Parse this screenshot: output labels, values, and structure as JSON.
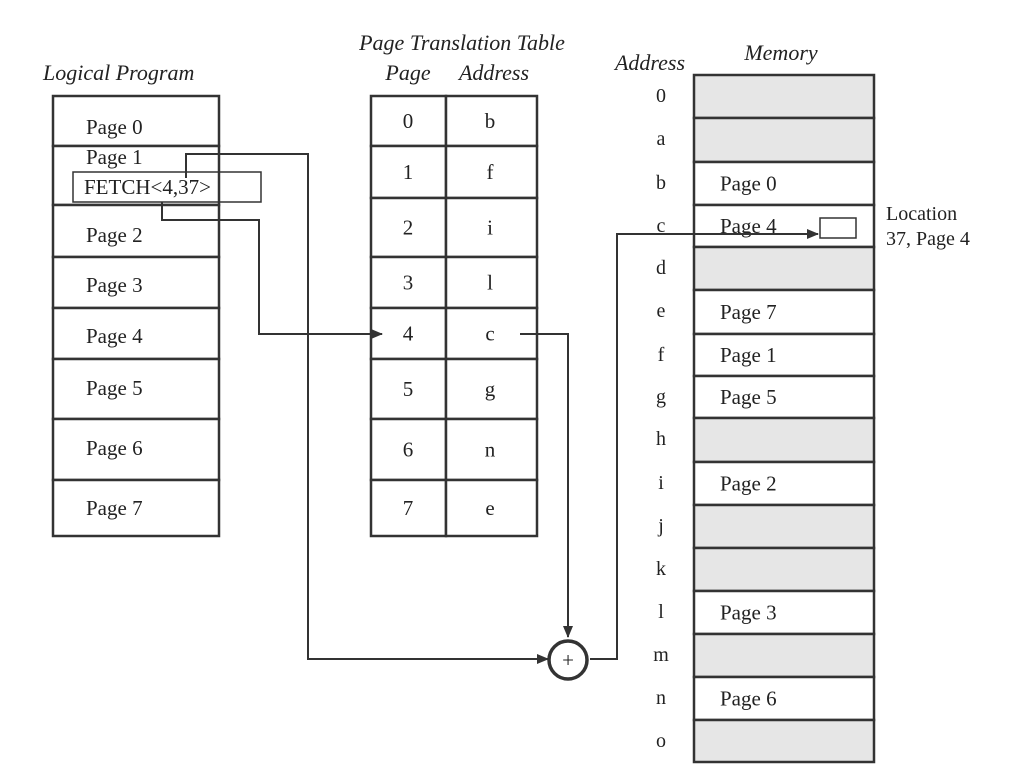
{
  "titles": {
    "logical_program": "Logical Program",
    "ptt": "Page Translation Table",
    "ptt_page_col": "Page",
    "ptt_address_col": "Address",
    "memory_address_col": "Address",
    "memory": "Memory"
  },
  "logical_pages": [
    "Page 0",
    "Page 1",
    "Page 2",
    "Page 3",
    "Page 4",
    "Page 5",
    "Page 6",
    "Page 7"
  ],
  "fetch_instruction": "FETCH<4,37>",
  "ptt_rows": [
    {
      "page": "0",
      "address": "b"
    },
    {
      "page": "1",
      "address": "f"
    },
    {
      "page": "2",
      "address": "i"
    },
    {
      "page": "3",
      "address": "l"
    },
    {
      "page": "4",
      "address": "c"
    },
    {
      "page": "5",
      "address": "g"
    },
    {
      "page": "6",
      "address": "n"
    },
    {
      "page": "7",
      "address": "e"
    }
  ],
  "memory_rows": [
    {
      "address": "0",
      "content": ""
    },
    {
      "address": "a",
      "content": ""
    },
    {
      "address": "b",
      "content": "Page 0"
    },
    {
      "address": "c",
      "content": "Page 4"
    },
    {
      "address": "d",
      "content": ""
    },
    {
      "address": "e",
      "content": "Page 7"
    },
    {
      "address": "f",
      "content": "Page 1"
    },
    {
      "address": "g",
      "content": "Page 5"
    },
    {
      "address": "h",
      "content": ""
    },
    {
      "address": "i",
      "content": "Page 2"
    },
    {
      "address": "j",
      "content": ""
    },
    {
      "address": "k",
      "content": ""
    },
    {
      "address": "l",
      "content": "Page 3"
    },
    {
      "address": "m",
      "content": ""
    },
    {
      "address": "n",
      "content": "Page 6"
    },
    {
      "address": "o",
      "content": ""
    }
  ],
  "adder_symbol": "+",
  "location_label": [
    "Location",
    "37, Page 4"
  ]
}
